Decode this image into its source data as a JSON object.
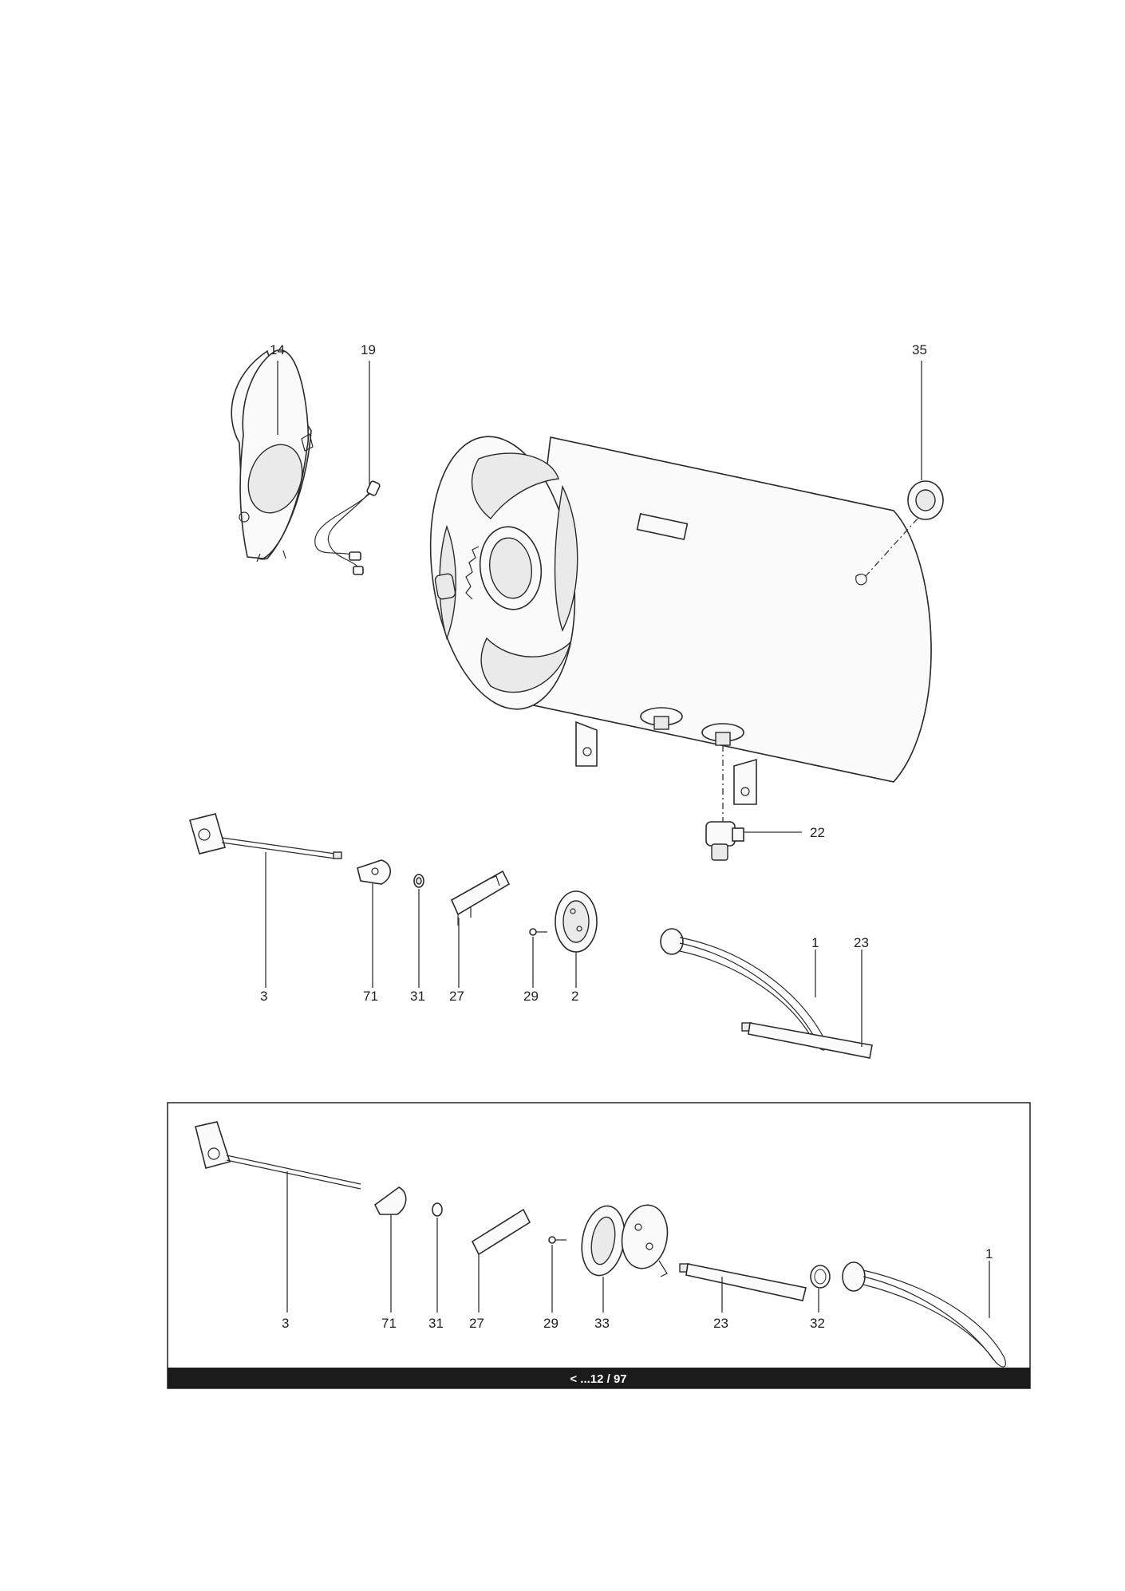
{
  "top_labels": [
    "14",
    "19",
    "35",
    "22",
    "3",
    "71",
    "31",
    "27",
    "29",
    "2",
    "1",
    "23"
  ],
  "inset_labels": [
    "3",
    "71",
    "31",
    "27",
    "29",
    "33",
    "23",
    "32",
    "1"
  ],
  "footer": {
    "page_indicator": "< ...12 / 97"
  },
  "colors": {
    "footer_bar": "#1b1b1b",
    "line": "#2b2b2b"
  }
}
